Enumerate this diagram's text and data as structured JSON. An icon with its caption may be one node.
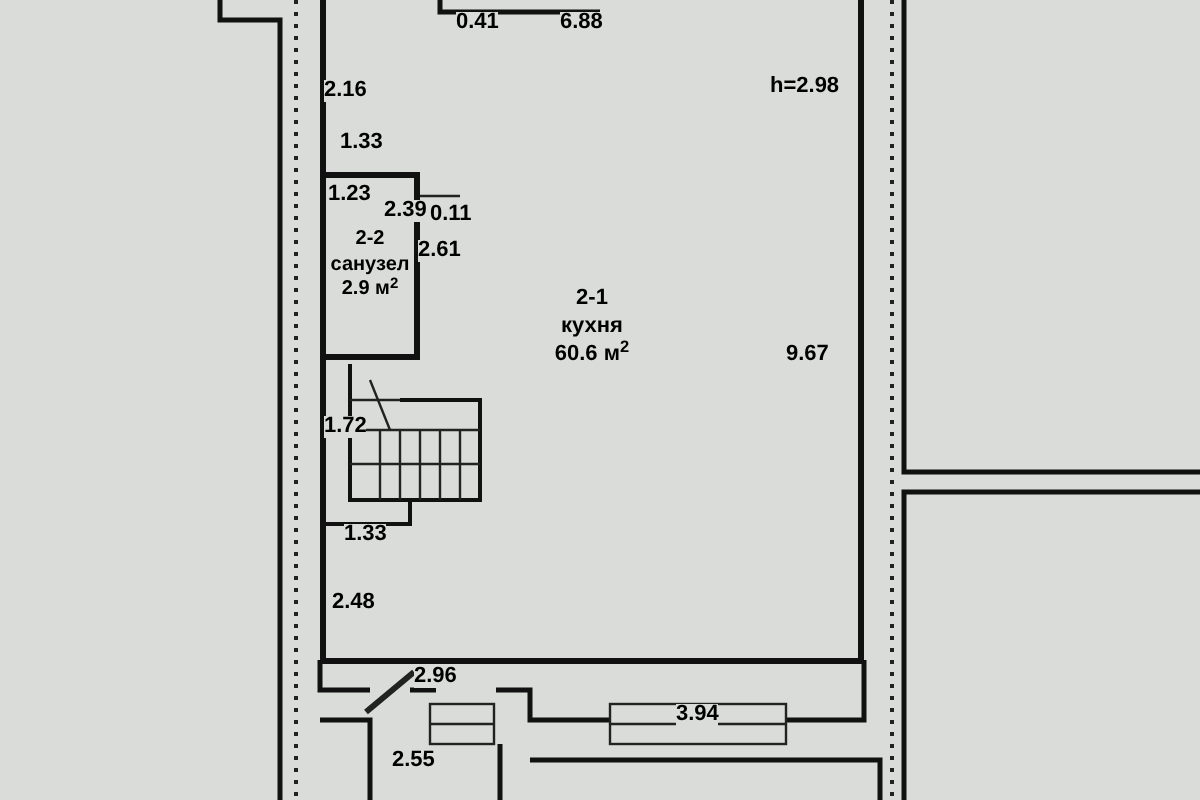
{
  "diagram": {
    "nodes": [
      {
        "text": [
          "2-1",
          "кухня",
          "60.6 м$^{2}$"
        ]
      },
      {
        "text": [
          "2-2",
          "санузел",
          "2.9 м$^{2}$"
        ],
        "in": 0
      }
    ],
    "labels": [
      "0.41",
      "6.88",
      "h=2.98",
      "2.16",
      "1.33",
      "1.23",
      "2.39",
      "0.11",
      "2.61",
      "9.67",
      "1.72",
      "1.33",
      "2.48",
      "2.96",
      "3.94",
      "2.55"
    ]
  }
}
